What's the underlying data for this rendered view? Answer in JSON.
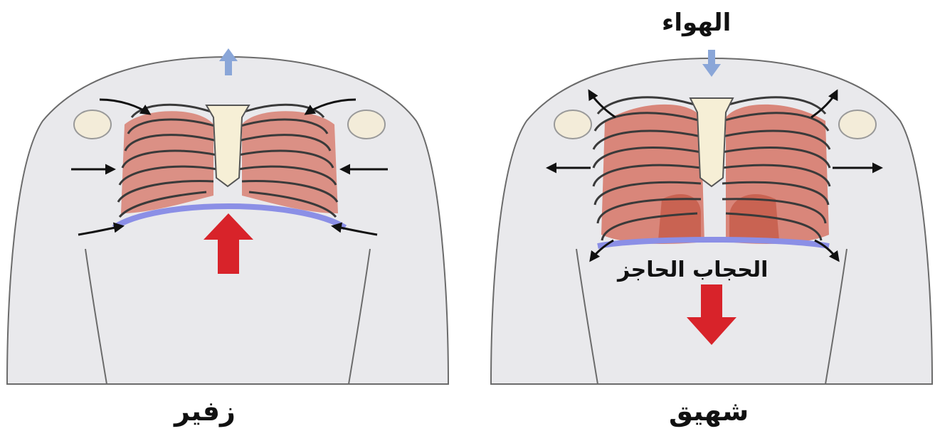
{
  "labels": {
    "air": "الهواء",
    "diaphragm": "الحجاب الحاجز",
    "inhalation": "شهيق",
    "exhalation": "زفير"
  },
  "colors": {
    "body": "#e9e9ec",
    "outline": "#6b6b6b",
    "rib_fill": "#f3ecd9",
    "lung": "#d9867a",
    "lung_dark": "#c96352",
    "diaphragm": "#8b8fe6",
    "big_arrow": "#d8232a",
    "air_arrow": "#8aa6d8",
    "small_arrow": "#111111"
  },
  "icons": {
    "rib_cage": "rib-cage-icon",
    "up_arrow": "arrow-up-icon",
    "down_arrow": "arrow-down-icon"
  }
}
